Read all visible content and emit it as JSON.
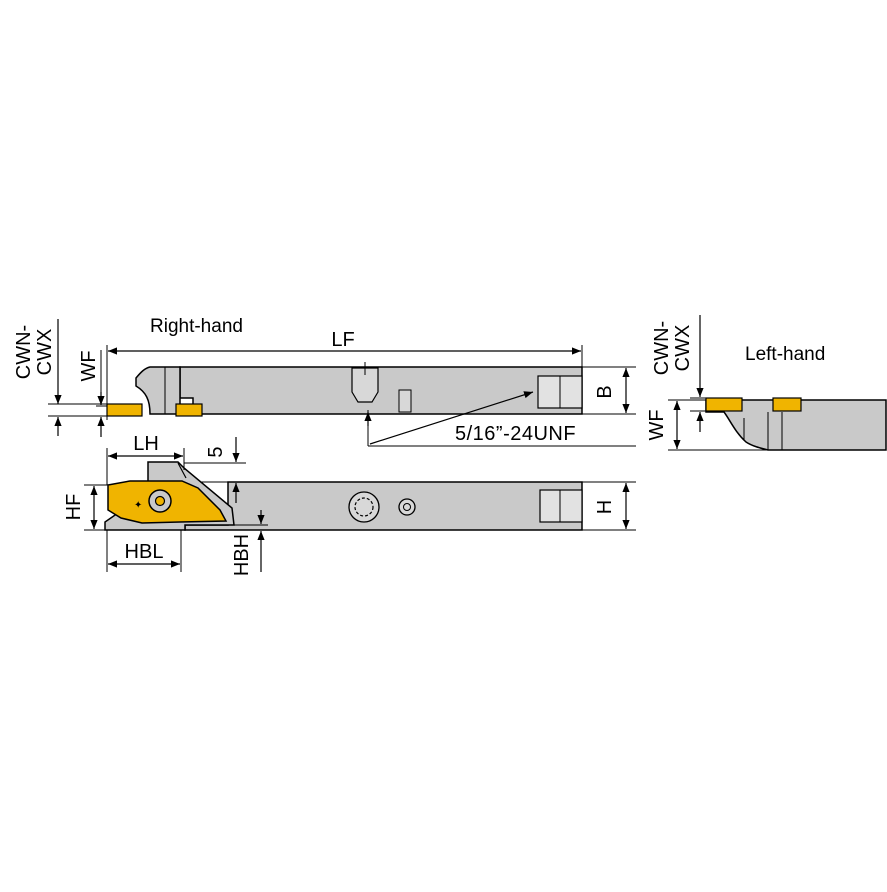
{
  "titles": {
    "right_hand": "Right-hand",
    "left_hand": "Left-hand"
  },
  "dimensions": {
    "lf": "LF",
    "b": "B",
    "h": "H",
    "wf": "WF",
    "wf_left": "WF",
    "lh": "LH",
    "five": "5",
    "hf": "HF",
    "hbl": "HBL",
    "hbh": "HBH"
  },
  "insert_codes": {
    "line1": "CWN-",
    "line2": "CWX"
  },
  "insert_codes_left": {
    "line1": "CWN-",
    "line2": "CWX"
  },
  "thread": "5/16”-24UNF",
  "colors": {
    "body": "#c9c9c9",
    "insert": "#f0b400",
    "line": "#000000",
    "background": "#ffffff"
  }
}
